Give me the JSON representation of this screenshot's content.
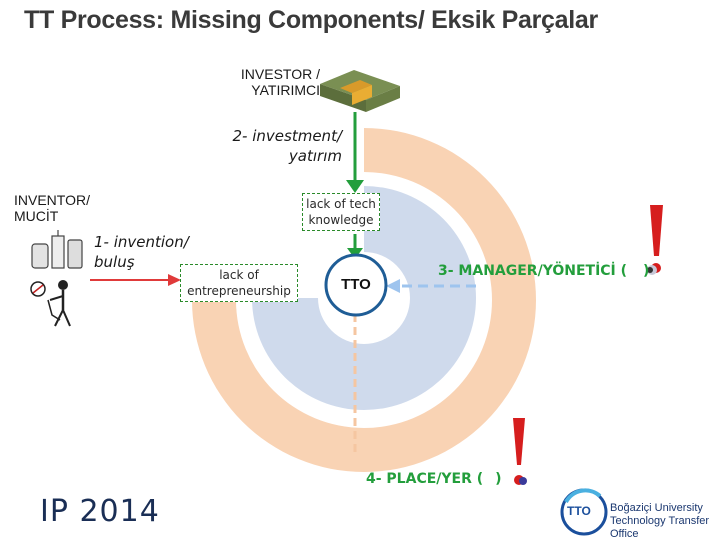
{
  "title": "TT Process: Missing Components/ Eksik Parçalar",
  "investor": {
    "line1": "INVESTOR /",
    "line2": "YATIRIMCI"
  },
  "investment": {
    "line1": "2- investment/",
    "line2": "yatırım"
  },
  "inventor": {
    "line1": "INVENTOR/",
    "line2": "MUCİT"
  },
  "invention": {
    "line1": "1- invention/",
    "line2": "buluş"
  },
  "lack_tech": {
    "line1": "lack of tech",
    "line2": "knowledge"
  },
  "lack_entre": {
    "line1": "lack of",
    "line2": "entrepreneurship"
  },
  "tto": "TTO",
  "manager": {
    "text": "3- MANAGER/YÖNETİCİ (",
    "close": ")"
  },
  "place": {
    "text": "4- PLACE/YER (",
    "close": ")"
  },
  "ip": "IP 2014",
  "logo": {
    "badge": "TTO",
    "line1": "Boğaziçi University",
    "line2": "Technology Transfer Office"
  },
  "colors": {
    "green": "#239e3c",
    "orange_ring": "#f9d3b4",
    "blue_ring": "#c7d3e9",
    "circle_border": "#1f5d96",
    "arrow_blue": "#9ec4ee"
  }
}
